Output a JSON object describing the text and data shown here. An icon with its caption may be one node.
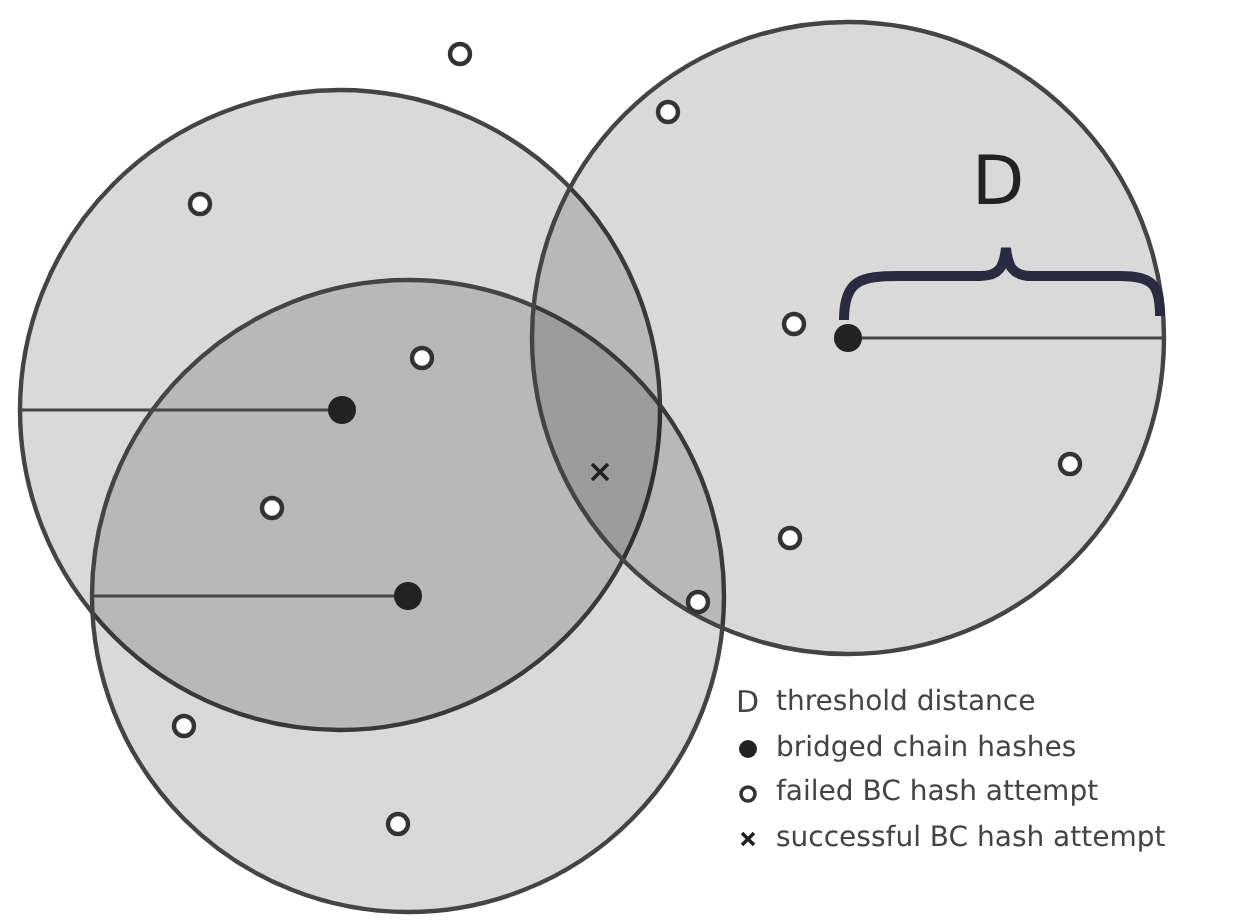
{
  "diagram": {
    "labels": [
      "D",
      "D"
    ],
    "legend": [
      {
        "text": "threshold distance"
      },
      {
        "text": "bridged chain hashes"
      },
      {
        "text": "failed BC hash attempt"
      },
      {
        "text": "successful BC hash attempt"
      }
    ]
  }
}
